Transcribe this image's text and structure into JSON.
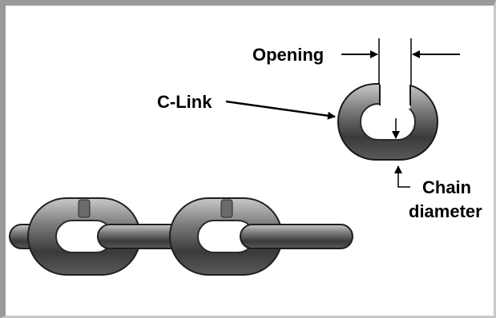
{
  "labels": {
    "opening": "Opening",
    "c_link": "C-Link",
    "chain_diameter_line1": "Chain",
    "chain_diameter_line2": "diameter"
  },
  "colors": {
    "metal_dark": "#2b2b2b",
    "metal_mid": "#6e6e6e",
    "metal_light": "#b8b8b8",
    "frame": "#9a9a9a"
  }
}
